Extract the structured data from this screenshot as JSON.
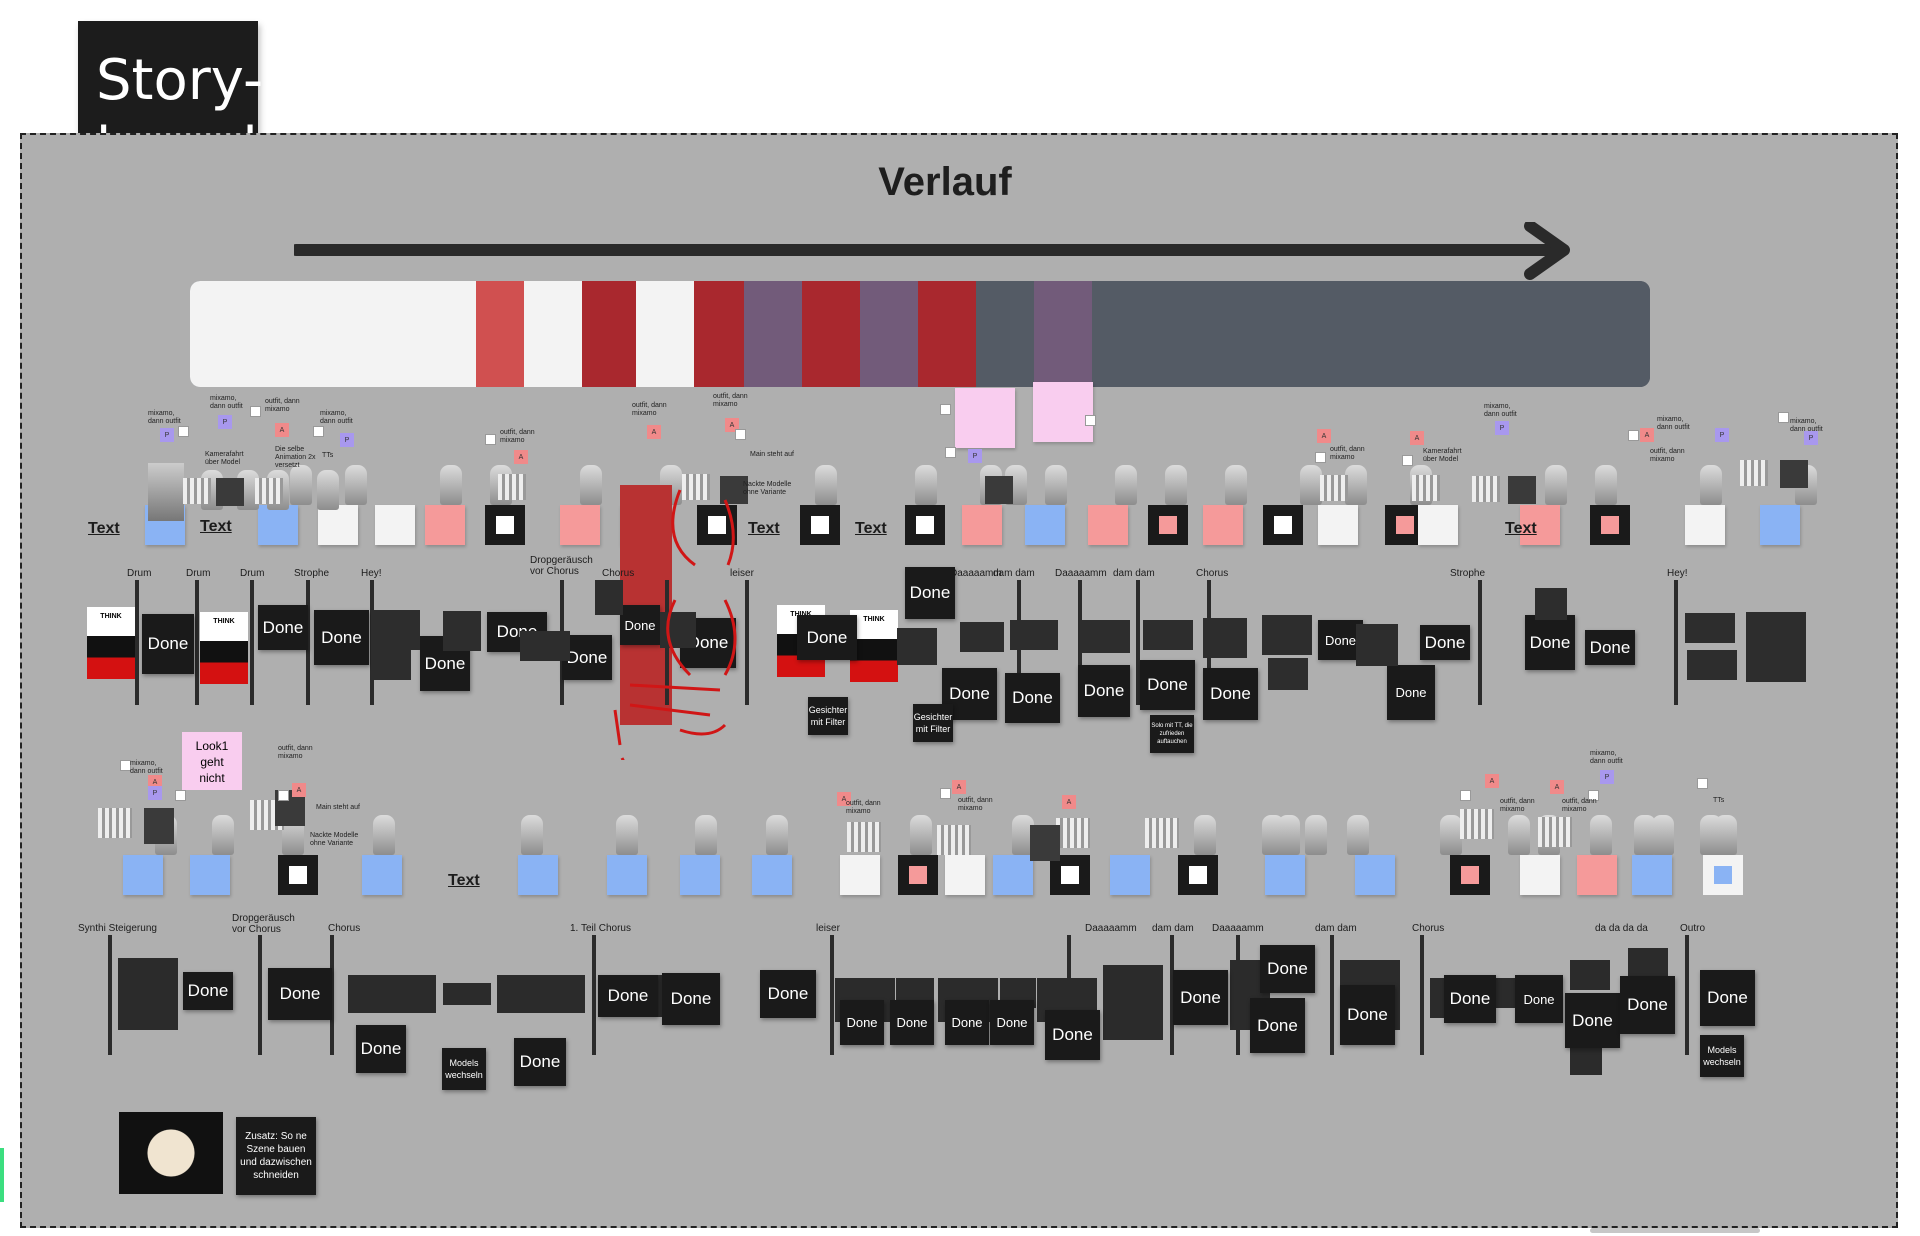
{
  "board": {
    "title_line1": "Story-",
    "title_line2": "board",
    "heading": "Verlauf"
  },
  "colors": {
    "timeline": [
      "#f3f3f3",
      "#d05050",
      "#f3f3f3",
      "#a9282e",
      "#f3f3f3",
      "#a9282e",
      "#725b7a",
      "#a9282e",
      "#725b7a",
      "#a9282e",
      "#545b65",
      "#725b7a",
      "#545b65"
    ],
    "blue": "#8ab3f4",
    "pink": "#f59a9a",
    "light_pink": "#f9cdef",
    "accent_red": "#b83232"
  },
  "row1_texts": [
    "Text",
    "Text",
    "Text",
    "Text",
    "Text"
  ],
  "row1_notes": {
    "mixamo_outfit": "mixamo, dann outfit",
    "outfit_mixamo": "outfit, dann mixamo",
    "kamerafahrt": "Kamerafahrt über Model",
    "same_anim": "Die selbe Animation 2x versetzt",
    "tts": "TTs",
    "main_steht": "Main steht auf",
    "nackte": "Nackte Modelle ohne Variante"
  },
  "row2_labels": [
    "Drum",
    "Drum",
    "Drum",
    "Strophe",
    "Hey!",
    "Dropgeräusch vor Chorus",
    "Chorus",
    "leiser",
    "Daaaaamm",
    "dam dam",
    "Daaaaamm",
    "dam dam",
    "Chorus",
    "Strophe",
    "Hey!"
  ],
  "row2_cards": {
    "done": "Done",
    "think": "THINK",
    "gesichter": "Gesichter mit Filter",
    "solo": "Solo mit TT, die zufrieden auftauchen"
  },
  "row3": {
    "pink_note": "Look1 geht nicht",
    "text": "Text"
  },
  "row4_labels": [
    "Synthi Steigerung",
    "Dropgeräusch vor Chorus",
    "Chorus",
    "1. Teil Chorus",
    "leiser",
    "Daaaaamm",
    "dam dam",
    "Daaaaamm",
    "dam dam",
    "Chorus",
    "da da da da",
    "Outro"
  ],
  "row4_cards": {
    "done": "Done",
    "models_wechseln": "Models wechseln"
  },
  "extra_note": "Zusatz: So ne Szene bauen und dazwischen schneiden",
  "icons": [
    "arrow-right-icon",
    "figure-icon",
    "thumbnail-icon"
  ]
}
